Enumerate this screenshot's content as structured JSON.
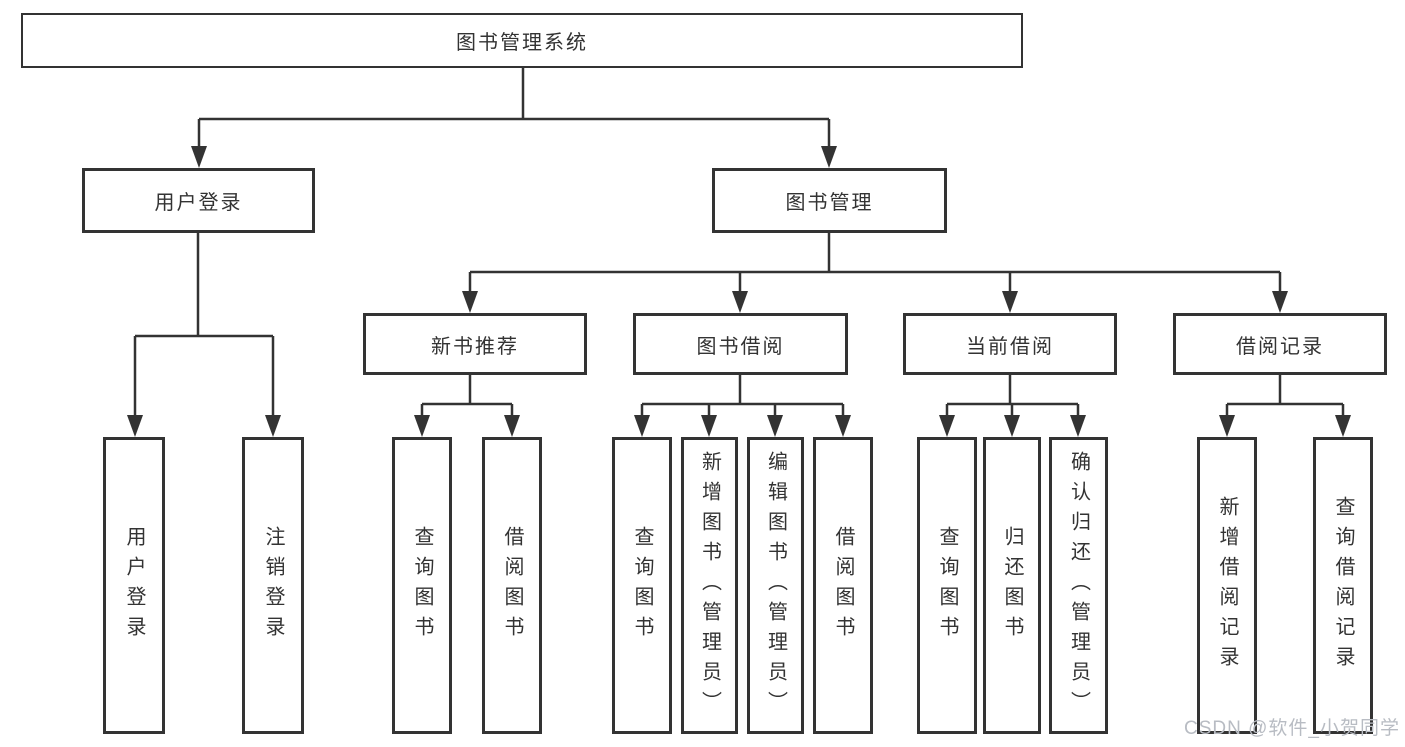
{
  "diagram": {
    "root": {
      "label": "图书管理系统"
    },
    "branches": {
      "user_login": {
        "label": "用户登录",
        "children": [
          {
            "label": "用户登录"
          },
          {
            "label": "注销登录"
          }
        ]
      },
      "book_management": {
        "label": "图书管理",
        "sections": [
          {
            "label": "新书推荐",
            "children": [
              {
                "label": "查询图书"
              },
              {
                "label": "借阅图书"
              }
            ]
          },
          {
            "label": "图书借阅",
            "children": [
              {
                "label": "查询图书"
              },
              {
                "label": "新增图书（管理员）"
              },
              {
                "label": "编辑图书（管理员）"
              },
              {
                "label": "借阅图书"
              }
            ]
          },
          {
            "label": "当前借阅",
            "children": [
              {
                "label": "查询图书"
              },
              {
                "label": "归还图书"
              },
              {
                "label": "确认归还（管理员）"
              }
            ]
          },
          {
            "label": "借阅记录",
            "children": [
              {
                "label": "新增借阅记录"
              },
              {
                "label": "查询借阅记录"
              }
            ]
          }
        ]
      }
    },
    "watermark": "CSDN @软件_小贺同学",
    "colors": {
      "line": "#333333",
      "text": "#333333",
      "watermark": "#b8bcc3",
      "background": "#ffffff"
    }
  }
}
